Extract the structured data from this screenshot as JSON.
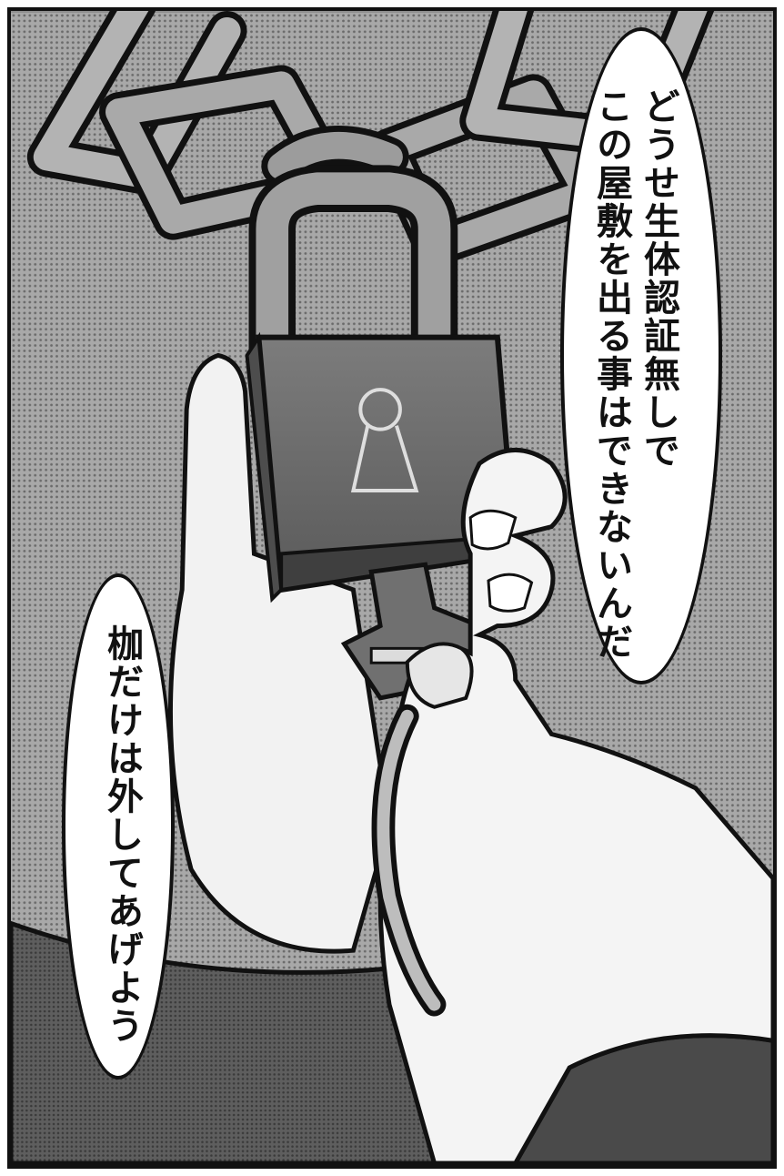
{
  "speech_bubbles": {
    "right": {
      "lines": [
        "どうせ生体認証無しで",
        "この屋敷を出る事はできないんだ"
      ]
    },
    "left": {
      "lines": [
        "枷だけは外してあげよう"
      ]
    }
  },
  "colors": {
    "background_tone": "#8e8e8e",
    "ink": "#111111",
    "bubble_fill": "#ffffff",
    "chain_metal": "#a7a7a7",
    "padlock_body": "#6f6f6f",
    "hand_skin": "#f2f2f2",
    "sleeve": "#4a4a4a"
  },
  "icons": [
    "chain-icon",
    "padlock-icon",
    "keyhole-icon",
    "key-icon"
  ]
}
